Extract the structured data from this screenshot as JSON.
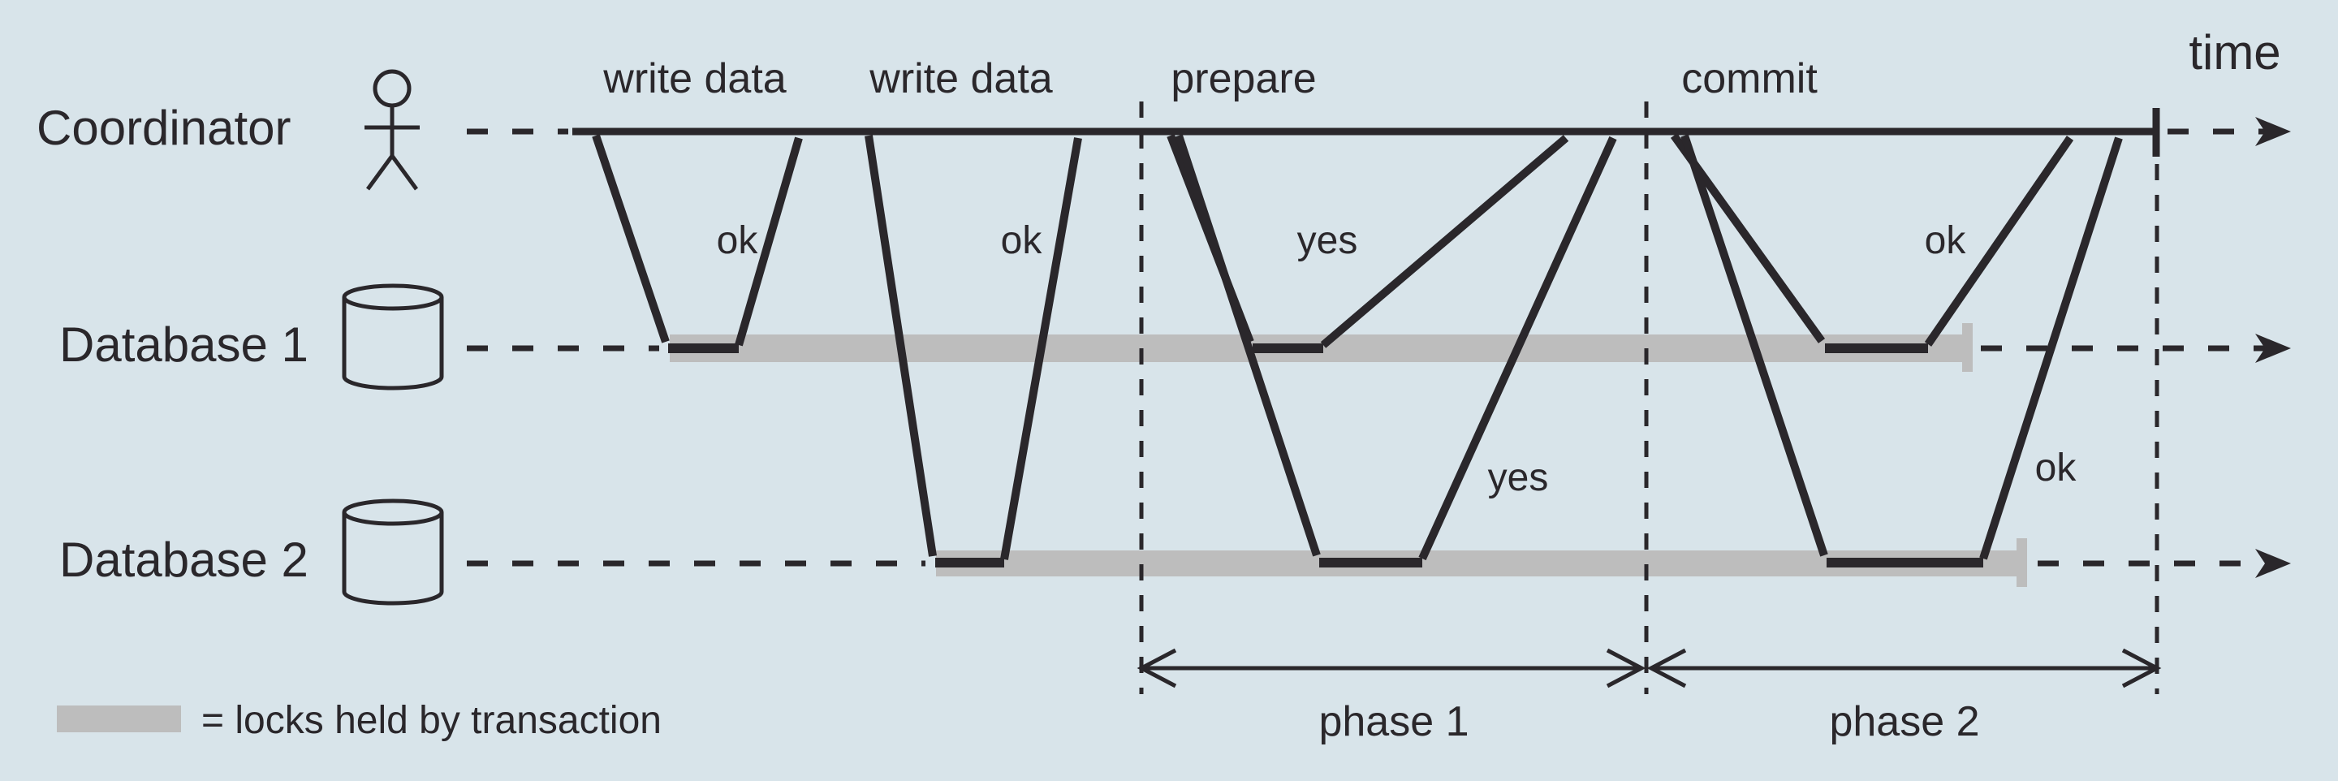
{
  "actors": [
    {
      "name": "Coordinator",
      "icon": "stick-figure"
    },
    {
      "name": "Database 1",
      "icon": "database-cylinder"
    },
    {
      "name": "Database 2",
      "icon": "database-cylinder"
    }
  ],
  "timeline": {
    "time_label": "time"
  },
  "messages": {
    "write_data_1": {
      "label": "write data",
      "reply": "ok"
    },
    "write_data_2": {
      "label": "write data",
      "reply": "ok"
    },
    "prepare": {
      "label": "prepare",
      "reply_db1": "yes",
      "reply_db2": "yes"
    },
    "commit": {
      "label": "commit",
      "reply_db1": "ok",
      "reply_db2": "ok"
    }
  },
  "phases": {
    "phase1": "phase 1",
    "phase2": "phase 2"
  },
  "legend": {
    "text": "= locks held by transaction"
  },
  "colors": {
    "background": "#d8e4ea",
    "ink": "#2a272b",
    "lock_gray": "#bdbdbd"
  }
}
